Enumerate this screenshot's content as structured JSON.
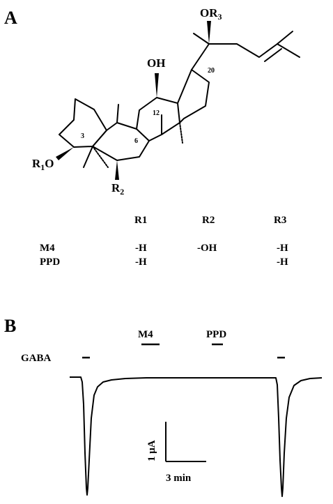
{
  "panel_a": {
    "letter": "A",
    "molecule": {
      "atoms": {
        "oh": "OH",
        "or3_main": "OR",
        "or3_sub": "3",
        "r1o_r": "R",
        "r1o_sub": "1",
        "r1o_o": "O",
        "r2_main": "R",
        "r2_sub": "2"
      },
      "position_numbers": {
        "c3": "3",
        "c6": "6",
        "c12": "12",
        "c20": "20"
      }
    },
    "table": {
      "headers": [
        "R1",
        "R2",
        "R3"
      ],
      "rows": [
        {
          "name": "M4",
          "r1": "-H",
          "r2": "-OH",
          "r3": "-H"
        },
        {
          "name": "PPD",
          "r1": "-H",
          "r2": "",
          "r3": "-H"
        }
      ]
    }
  },
  "panel_b": {
    "letter": "B",
    "labels": {
      "gaba": "GABA",
      "m4": "M4",
      "ppd": "PPD"
    },
    "scale_bar": {
      "vertical": "1 μA",
      "horizontal": "3 min"
    }
  }
}
